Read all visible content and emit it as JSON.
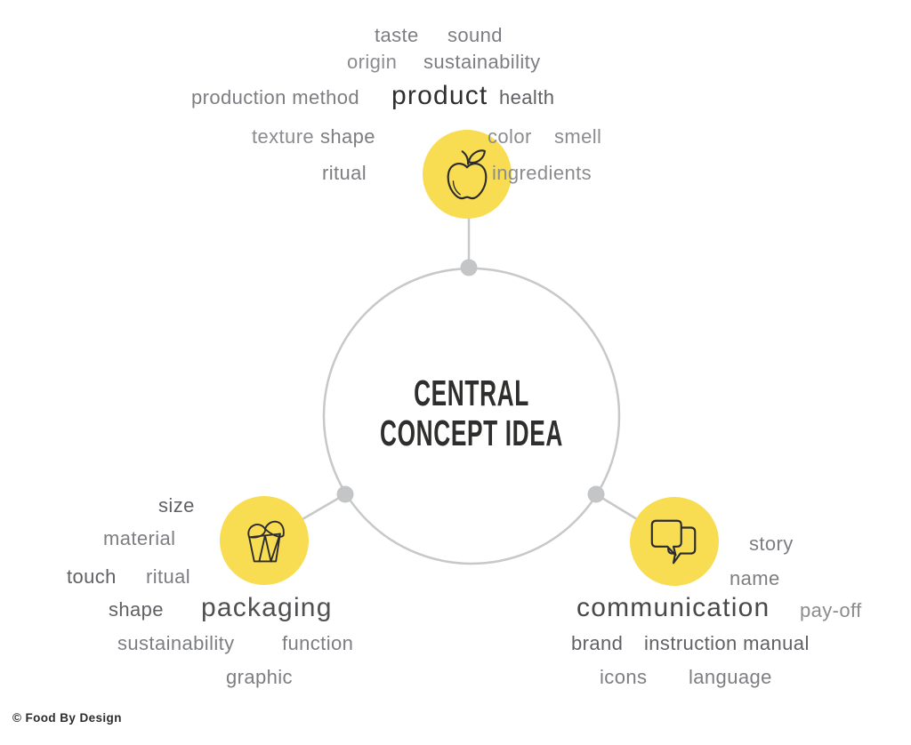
{
  "title": "Central concept idea diagram",
  "palette": {
    "accent_yellow": "#F8DC52",
    "connector_gray": "#C7C8C9",
    "title_dark": "#2E2E2C",
    "word_gray": "#7D7E82",
    "word_gray_dark": "#606164",
    "label_product": "#2F2F31",
    "label_packaging": "#505053",
    "label_communication": "#47484A",
    "icon_stroke": "#2B2B2E"
  },
  "center": {
    "line1": "CENTRAL",
    "line2": "CONCEPT IDEA"
  },
  "clusters": {
    "product": {
      "label": "product",
      "icon": "apple-icon",
      "words": [
        "taste",
        "sound",
        "origin",
        "sustainability",
        "production method",
        "health",
        "texture",
        "shape",
        "color",
        "smell",
        "ritual",
        "ingredients"
      ]
    },
    "packaging": {
      "label": "packaging",
      "icon": "takeout-box-icon",
      "words": [
        "size",
        "material",
        "touch",
        "ritual",
        "shape",
        "sustainability",
        "function",
        "graphic"
      ]
    },
    "communication": {
      "label": "communication",
      "icon": "speech-bubbles-icon",
      "words": [
        "story",
        "name",
        "pay-off",
        "brand",
        "instruction manual",
        "icons",
        "language"
      ]
    }
  },
  "footer": {
    "credit": "© Food By Design"
  }
}
